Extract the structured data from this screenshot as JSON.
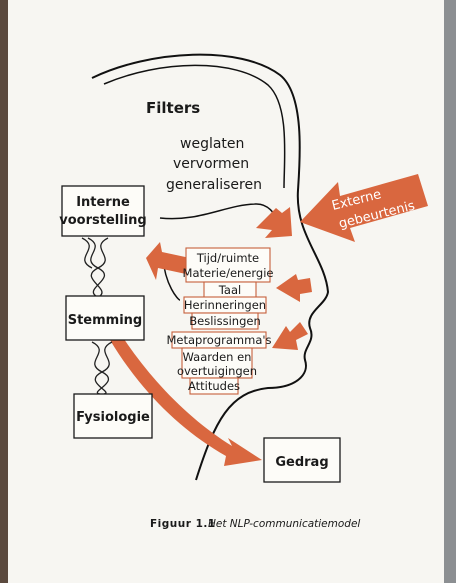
{
  "diagram": {
    "filters": {
      "title": "Filters",
      "items": [
        "weglaten",
        "vervormen",
        "generaliseren"
      ]
    },
    "external": [
      "Externe",
      "gebeurtenis"
    ],
    "left_boxes": {
      "interne": [
        "Interne",
        "voorstelling"
      ],
      "stemming": "Stemming",
      "fysiologie": "Fysiologie"
    },
    "filter_list": [
      "Tijd/ruimte",
      "Materie/energie",
      "Taal",
      "Herinneringen",
      "Beslissingen",
      "Metaprogramma's",
      "Waarden en",
      "overtuigingen",
      "Attitudes"
    ],
    "gedrag": "Gedrag",
    "caption": {
      "label": "Figuur 1.1",
      "text": "Het NLP-communicatiemodel"
    }
  },
  "colors": {
    "accent": "#d9673f",
    "ink": "#1a1a1a",
    "paper": "#f7f6f2"
  }
}
